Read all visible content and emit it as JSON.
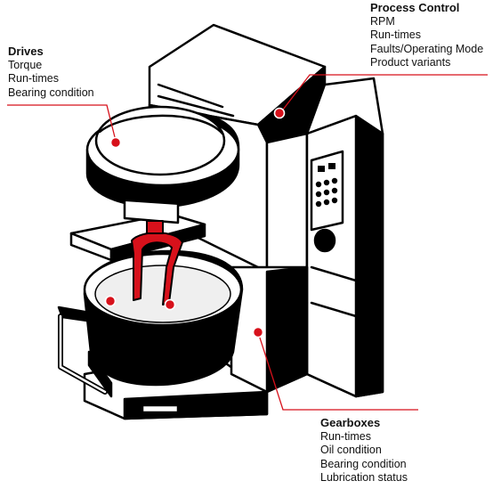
{
  "colors": {
    "accent": "#d7111b",
    "ink": "#000000",
    "paper": "#ffffff",
    "text": "#111111"
  },
  "callouts": [
    {
      "id": "drives",
      "heading": "Drives",
      "items": [
        "Torque",
        "Run-times",
        "Bearing condition"
      ]
    },
    {
      "id": "process-control",
      "heading": "Process Control",
      "items": [
        "RPM",
        "Run-times",
        "Faults/Operating Mode",
        "Product variants"
      ]
    },
    {
      "id": "gearboxes",
      "heading": "Gearboxes",
      "items": [
        "Run-times",
        "Oil condition",
        "Bearing condition",
        "Lubrication status"
      ]
    }
  ]
}
